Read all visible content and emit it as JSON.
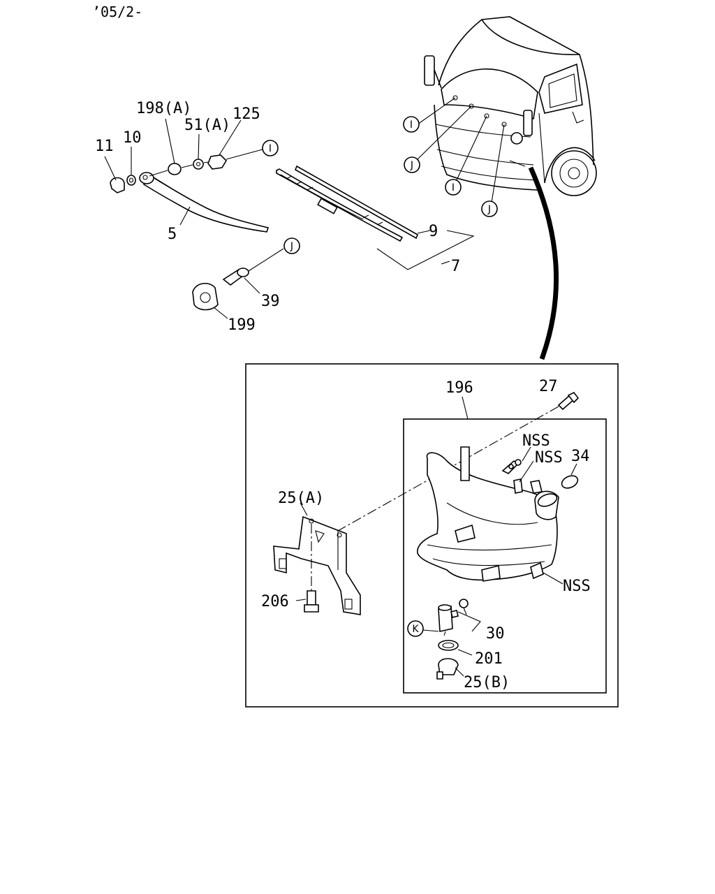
{
  "header": {
    "code": "’05/2-"
  },
  "labels": {
    "p198a": "198(A)",
    "p51a": "51(A)",
    "p125": "125",
    "p11": "11",
    "p10": "10",
    "p5": "5",
    "p9": "9",
    "p7": "7",
    "p39": "39",
    "p199": "199",
    "p196": "196",
    "p27": "27",
    "nss1": "NSS",
    "nss2": "NSS",
    "p34": "34",
    "p25a": "25(A)",
    "nss3": "NSS",
    "p206": "206",
    "p30": "30",
    "p201": "201",
    "p25b": "25(B)"
  },
  "markers": {
    "m1": "I",
    "m2": "J",
    "m3": "I",
    "m4": "J",
    "m5": "I",
    "m6": "J",
    "m7": "K"
  }
}
